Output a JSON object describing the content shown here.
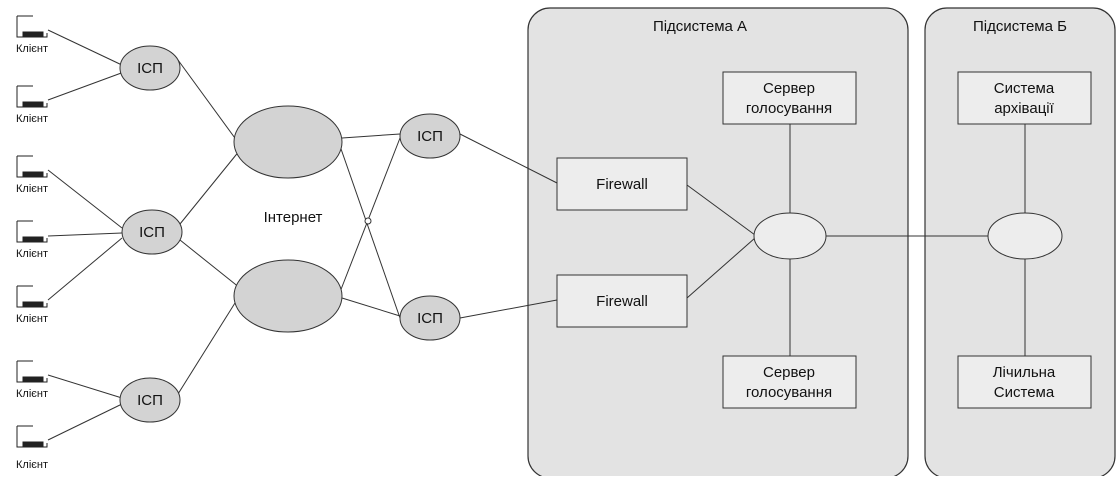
{
  "labels": {
    "client": "Клієнт",
    "isp": "ІСП",
    "internet": "Інтернет",
    "subsystem_a": "Підсистема А",
    "subsystem_b": "Підсистема Б",
    "firewall": "Firewall",
    "voting_server_line1": "Сервер",
    "voting_server_line2": "голосування",
    "archive_line1": "Система",
    "archive_line2": "архівації",
    "counting_line1": "Лічильна",
    "counting_line2": "Система"
  },
  "colors": {
    "panel_fill": "#e3e3e3",
    "node_fill": "#d3d3d3",
    "stroke": "#333333",
    "box_fill": "#ededed"
  }
}
